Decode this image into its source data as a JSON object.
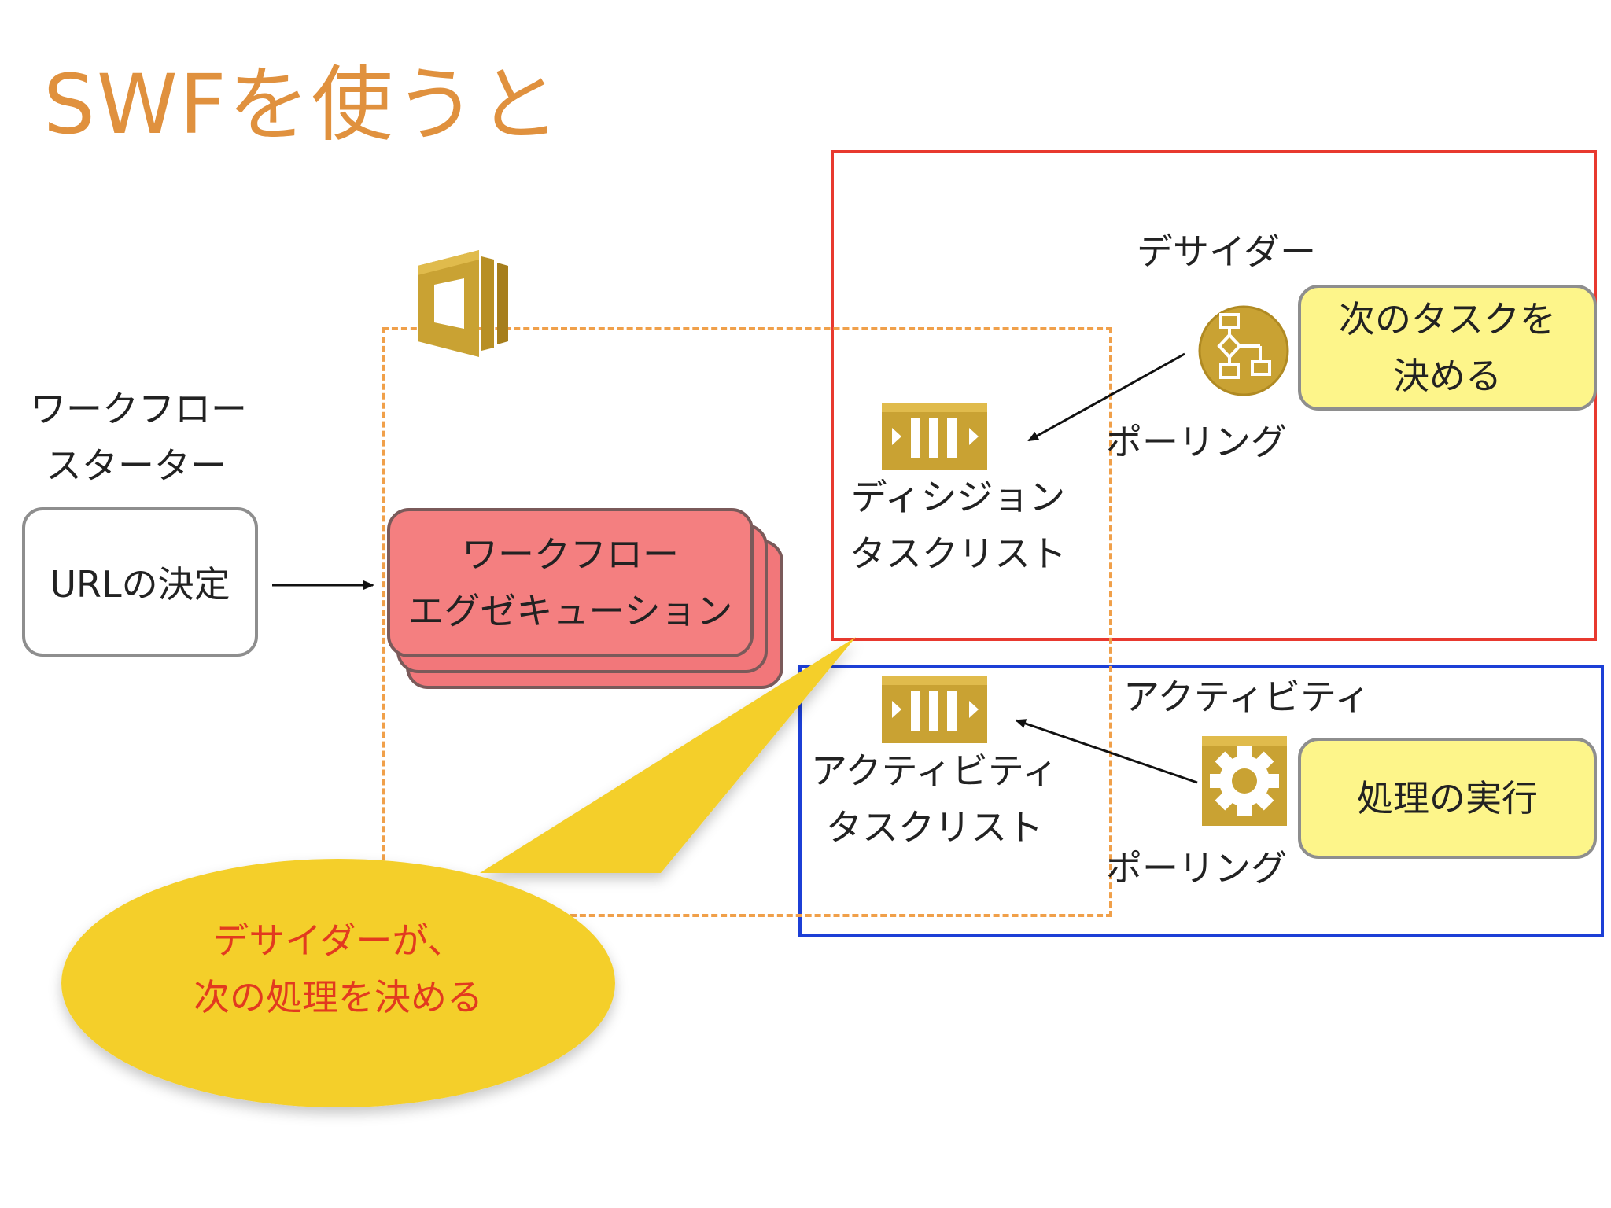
{
  "title": "SWFを使うと",
  "starter": {
    "label_line1": "ワークフロー",
    "label_line2": "スターター",
    "box_text": "URLの決定"
  },
  "execution": {
    "line1": "ワークフロー",
    "line2": "エグゼキューション"
  },
  "decider": {
    "label": "デサイダー",
    "box_line1": "次のタスクを",
    "box_line2": "決める",
    "polling": "ポーリング",
    "tasklist_line1": "ディシジョン",
    "tasklist_line2": "タスクリスト"
  },
  "activity": {
    "label": "アクティビティ",
    "box_text": "処理の実行",
    "polling": "ポーリング",
    "tasklist_line1": "アクティビティ",
    "tasklist_line2": "タスクリスト"
  },
  "callout": {
    "line1": "デサイダーが、",
    "line2": "次の処理を決める"
  },
  "colors": {
    "title": "#e0913e",
    "decider_frame": "#e8392f",
    "activity_frame": "#1c3fd6",
    "swf_frame": "#f0a04a",
    "execution_fill": "#f47f80",
    "yellow_box": "#fdf58a",
    "callout_fill": "#f4cf2a",
    "callout_text": "#e23a1f",
    "icon_gold": "#c9a233"
  }
}
